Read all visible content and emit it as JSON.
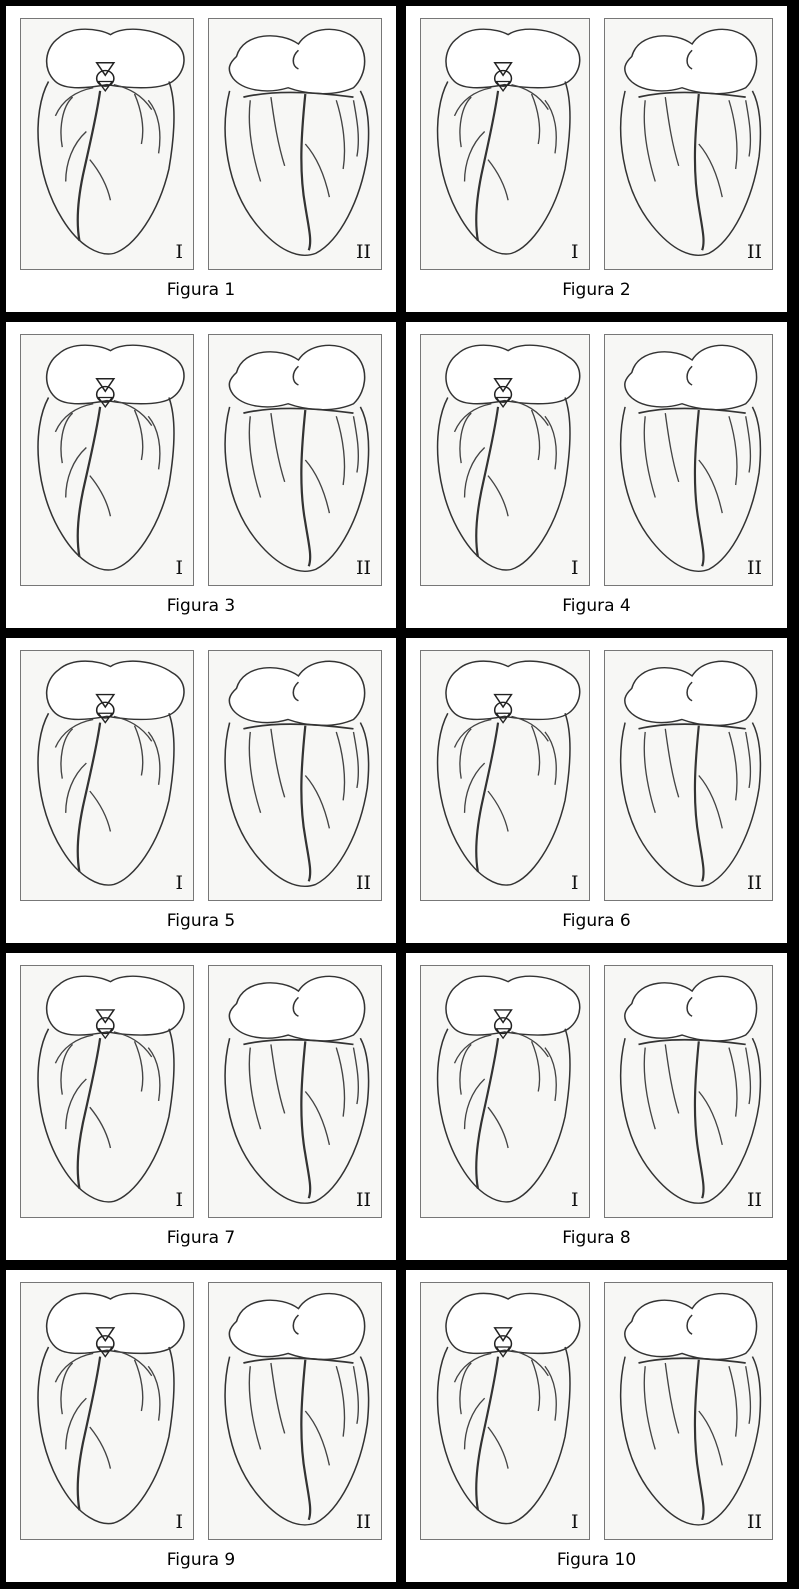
{
  "figures": [
    {
      "caption": "Figura 1",
      "label_left": "I",
      "label_right": "II"
    },
    {
      "caption": "Figura 2",
      "label_left": "I",
      "label_right": "II"
    },
    {
      "caption": "Figura 3",
      "label_left": "I",
      "label_right": "II"
    },
    {
      "caption": "Figura 4",
      "label_left": "I",
      "label_right": "II"
    },
    {
      "caption": "Figura 5",
      "label_left": "I",
      "label_right": "II"
    },
    {
      "caption": "Figura 6",
      "label_left": "I",
      "label_right": "II"
    },
    {
      "caption": "Figura 7",
      "label_left": "I",
      "label_right": "II"
    },
    {
      "caption": "Figura 8",
      "label_left": "I",
      "label_right": "II"
    },
    {
      "caption": "Figura 9",
      "label_left": "I",
      "label_right": "II"
    },
    {
      "caption": "Figura 10",
      "label_left": "I",
      "label_right": "II"
    }
  ]
}
